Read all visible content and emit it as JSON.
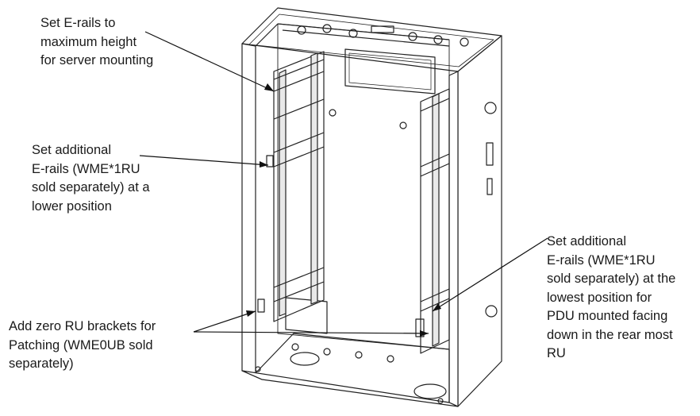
{
  "callouts": [
    {
      "lines": [
        "Set E-rails to",
        "maximum height",
        "for server mounting"
      ]
    },
    {
      "lines": [
        "Set additional",
        "E-rails (WME*1RU",
        "sold separately) at a",
        "lower position"
      ]
    },
    {
      "lines": [
        "Add zero RU brackets for",
        "Patching (WME0UB sold",
        "separately)"
      ]
    },
    {
      "lines": [
        "Set additional",
        "E-rails (WME*1RU",
        "sold separately) at the",
        "lowest position for",
        "PDU mounted facing",
        "down in the rear most",
        "RU"
      ]
    }
  ]
}
